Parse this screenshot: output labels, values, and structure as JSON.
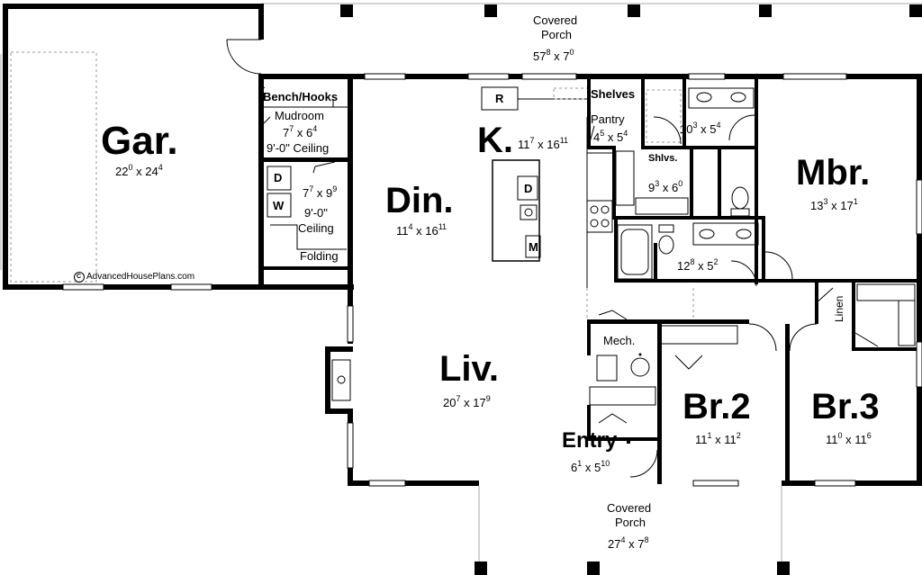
{
  "rooms": {
    "garage": {
      "name": "Gar.",
      "dim": {
        "w": "22",
        "wi": "0",
        "d": "24",
        "di": "4"
      }
    },
    "porch_top": {
      "name1": "Covered",
      "name2": "Porch",
      "dim": {
        "w": "57",
        "wi": "8",
        "d": "7",
        "di": "0"
      }
    },
    "mudroom": {
      "bench": "Bench/Hooks",
      "name": "Mudroom",
      "dim": {
        "w": "7",
        "wi": "7",
        "d": "6",
        "di": "4"
      },
      "ceiling": "9'-0\" Ceiling"
    },
    "laundry": {
      "dim": {
        "w": "7",
        "wi": "7",
        "d": "9",
        "di": "9"
      },
      "ceiling1": "9'-0\"",
      "ceiling2": "Ceiling",
      "folding": "Folding",
      "dryer": "D",
      "washer": "W"
    },
    "dining": {
      "name": "Din.",
      "dim": {
        "w": "11",
        "wi": "4",
        "d": "16",
        "di": "11"
      }
    },
    "kitchen": {
      "name": "K.",
      "dim": {
        "w": "11",
        "wi": "7",
        "d": "16",
        "di": "11"
      },
      "fridge": "R",
      "dishwasher": "D",
      "microwave": "M"
    },
    "shelves": "Shelves",
    "pantry": {
      "name": "Pantry",
      "dim": {
        "w": "4",
        "wi": "5",
        "d": "5",
        "di": "4"
      }
    },
    "master_bath": {
      "dim": {
        "w": "10",
        "wi": "3",
        "d": "5",
        "di": "4"
      }
    },
    "closet": {
      "name": "Shlvs.",
      "dim": {
        "w": "9",
        "wi": "3",
        "d": "6",
        "di": "0"
      }
    },
    "master": {
      "name": "Mbr.",
      "dim": {
        "w": "13",
        "wi": "3",
        "d": "17",
        "di": "1"
      }
    },
    "bath2": {
      "dim": {
        "w": "12",
        "wi": "8",
        "d": "5",
        "di": "2"
      }
    },
    "linen": "Linen",
    "mech": "Mech.",
    "living": {
      "name": "Liv.",
      "dim": {
        "w": "20",
        "wi": "7",
        "d": "17",
        "di": "9"
      }
    },
    "bed2": {
      "name": "Br.2",
      "dim": {
        "w": "11",
        "wi": "1",
        "d": "11",
        "di": "2"
      }
    },
    "bed3": {
      "name": "Br.3",
      "dim": {
        "w": "11",
        "wi": "0",
        "d": "11",
        "di": "6"
      }
    },
    "entry": {
      "name": "Entry",
      "dim": {
        "w": "6",
        "wi": "1",
        "d": "5",
        "di": "10"
      }
    },
    "porch_bottom": {
      "name1": "Covered",
      "name2": "Porch",
      "dim": {
        "w": "27",
        "wi": "4",
        "d": "7",
        "di": "8"
      }
    }
  },
  "copyright": "AdvancedHousePlans.com",
  "copyright_symbol": "C"
}
